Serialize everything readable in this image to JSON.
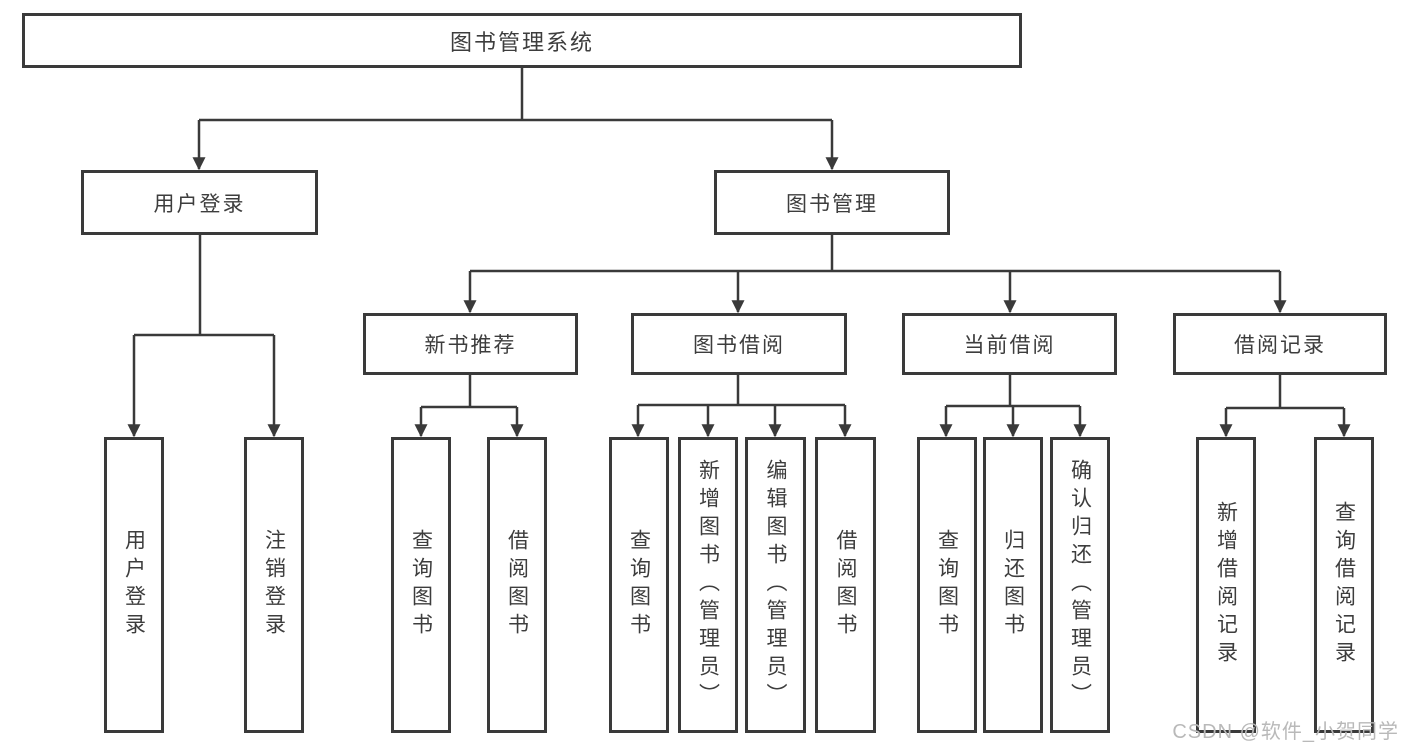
{
  "colors": {
    "line": "#3a3a3a",
    "text": "#3d3d3d",
    "box_background": "#ffffff",
    "page_background": "#ffffff",
    "watermark": "#b9b9b9"
  },
  "diagram": {
    "title": "图书管理系统",
    "level2": {
      "user_login": "用户登录",
      "book_management": "图书管理"
    },
    "level3": {
      "new_book_recommend": "新书推荐",
      "book_borrow": "图书借阅",
      "current_borrow": "当前借阅",
      "borrow_records": "借阅记录"
    },
    "leaves": {
      "user_login": [
        "用户登录",
        "注销登录"
      ],
      "new_book_recommend": [
        "查询图书",
        "借阅图书"
      ],
      "book_borrow": [
        "查询图书",
        "新增图书（管理员）",
        "编辑图书（管理员）",
        "借阅图书"
      ],
      "current_borrow": [
        "查询图书",
        "归还图书",
        "确认归还（管理员）"
      ],
      "borrow_records": [
        "新增借阅记录",
        "查询借阅记录"
      ]
    }
  },
  "watermark": {
    "text": "CSDN @软件_小贺同学"
  }
}
